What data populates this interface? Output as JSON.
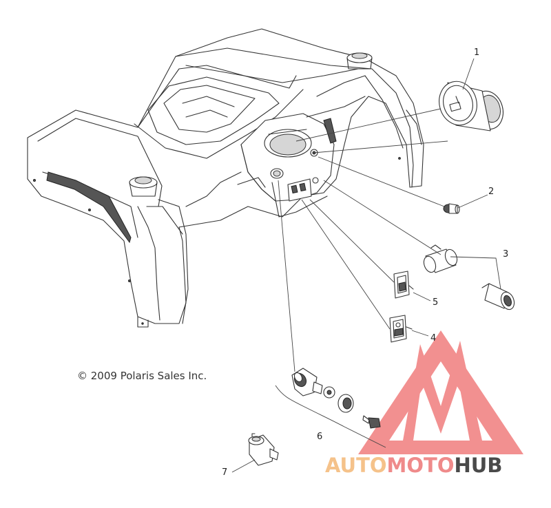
{
  "copyright": "© 2009 Polaris Sales Inc.",
  "callouts": {
    "c1": "1",
    "c2": "2",
    "c3": "3",
    "c4": "4",
    "c5": "5",
    "c6": "6",
    "c7": "7"
  },
  "watermark": {
    "part1": "AUTO",
    "part2": "MOTO",
    "part3": "HUB",
    "color1": "#f5c28a",
    "color2": "#ef8a8a",
    "color3": "#4a4a4a",
    "logo_color": "#f07d7d"
  }
}
